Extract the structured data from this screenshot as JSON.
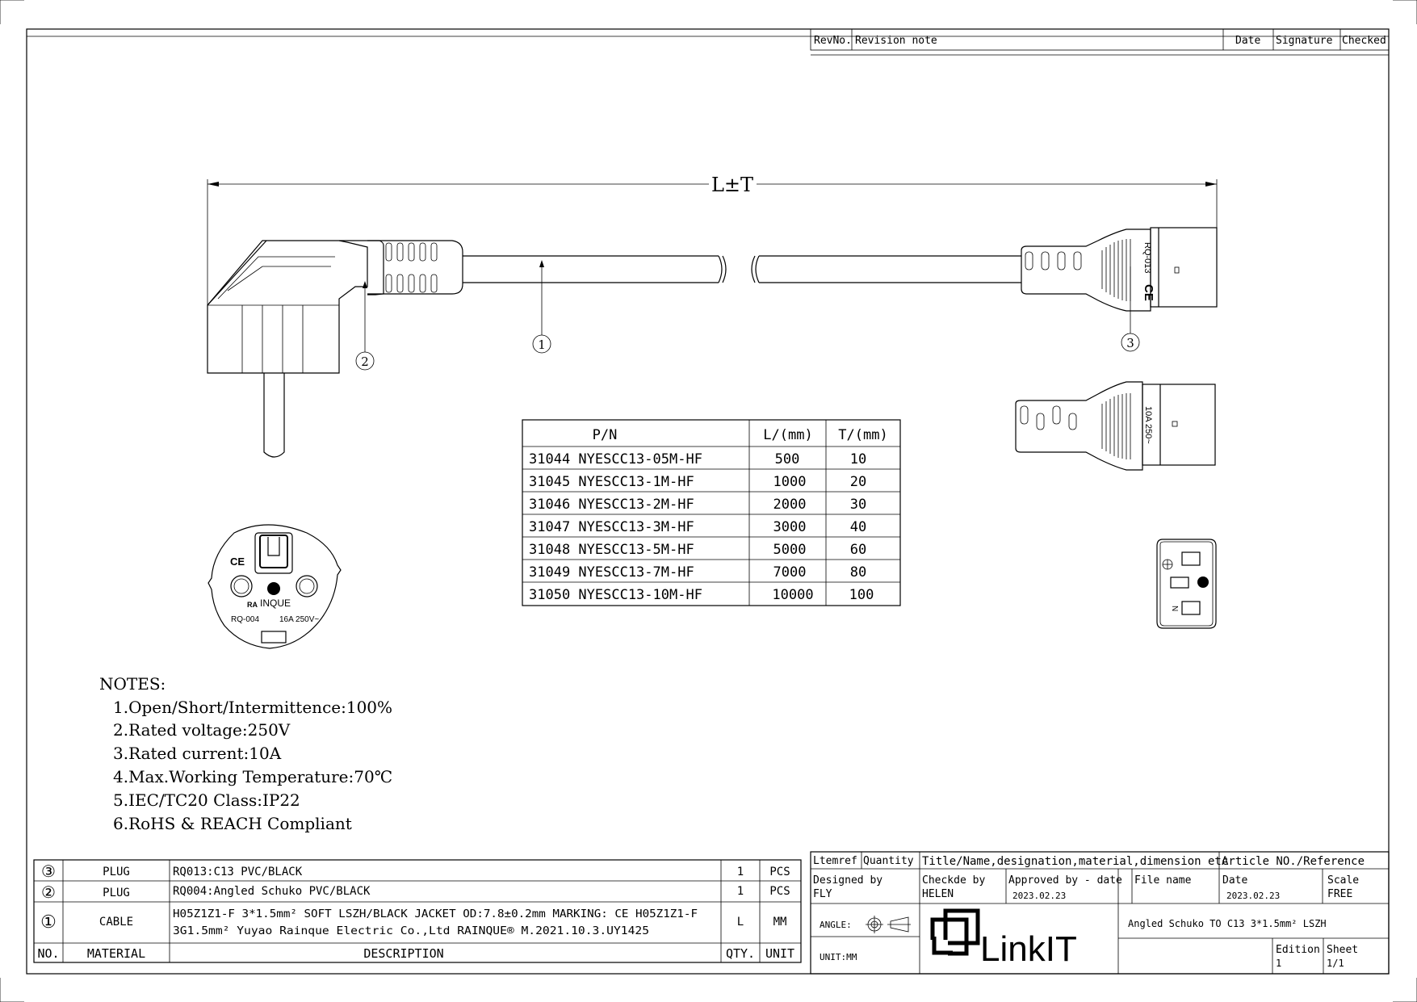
{
  "revision_header": {
    "rev_no": "RevNo.",
    "revision_note": "Revision note",
    "date": "Date",
    "signature": "Signature",
    "checked": "Checked"
  },
  "dimension_label": "L±T",
  "callouts": [
    "1",
    "2",
    "3"
  ],
  "connector_text": {
    "c13_model": "RQ-013",
    "c13_rating": "10A 250~",
    "ce": "CE",
    "plug_brand": "INQUE",
    "plug_model": "RQ-004",
    "plug_rating": "16A 250V~",
    "pin_n": "N"
  },
  "pn_table": {
    "headers": [
      "P/N",
      "L/(mm)",
      "T/(mm)"
    ],
    "rows": [
      [
        "31044 NYESCC13-05M-HF",
        "500",
        "10"
      ],
      [
        "31045 NYESCC13-1M-HF",
        "1000",
        "20"
      ],
      [
        "31046 NYESCC13-2M-HF",
        "2000",
        "30"
      ],
      [
        "31047 NYESCC13-3M-HF",
        "3000",
        "40"
      ],
      [
        "31048 NYESCC13-5M-HF",
        "5000",
        "60"
      ],
      [
        "31049 NYESCC13-7M-HF",
        "7000",
        "80"
      ],
      [
        "31050 NYESCC13-10M-HF",
        "10000",
        "100"
      ]
    ]
  },
  "notes": {
    "title": "NOTES:",
    "items": [
      "1.Open/Short/Intermittence:100%",
      "2.Rated voltage:250V",
      "3.Rated current:10A",
      "4.Max.Working Temperature:70℃",
      "5.IEC/TC20 Class:IP22",
      "6.RoHS & REACH Compliant"
    ]
  },
  "bom": {
    "rows": [
      {
        "no": "③",
        "material": "PLUG",
        "desc1": "RQ013:C13 PVC/BLACK",
        "desc2": "",
        "qty": "1",
        "unit": "PCS"
      },
      {
        "no": "②",
        "material": "PLUG",
        "desc1": "RQ004:Angled Schuko PVC/BLACK",
        "desc2": "",
        "qty": "1",
        "unit": "PCS"
      },
      {
        "no": "①",
        "material": "CABLE",
        "desc1": "H05Z1Z1-F 3*1.5mm² SOFT LSZH/BLACK JACKET OD:7.8±0.2mm MARKING: CE H05Z1Z1-F",
        "desc2": "3G1.5mm² Yuyao Rainque Electric Co.,Ltd RAINQUE® M.2021.10.3.UY1425",
        "qty": "L",
        "unit": "MM"
      }
    ],
    "headers": {
      "no": "NO.",
      "material": "MATERIAL",
      "desc": "DESCRIPTION",
      "qty": "QTY.",
      "unit": "UNIT"
    }
  },
  "title_block": {
    "itemref": "Ltemref",
    "quantity": "Quantity",
    "title_header": "Title/Name,designation,material,dimension etc",
    "article_header": "Article NO./Reference",
    "designed_by_label": "Designed by",
    "designed_by": "FLY",
    "checked_by_label": "Checkde by",
    "checked_by": "HELEN",
    "approved_label": "Approved by - date",
    "approved_date": "2023.02.23",
    "file_name_label": "File name",
    "date_label": "Date",
    "date_value": "2023.02.23",
    "scale_label": "Scale",
    "scale_value": "FREE",
    "angle_label": "ANGLE:",
    "unit_label": "UNIT:MM",
    "logo": "LinkIT",
    "title": "Angled Schuko TO C13 3*1.5mm² LSZH",
    "edition_label": "Edition",
    "edition_value": "1",
    "sheet_label": "Sheet",
    "sheet_value": "1/1"
  }
}
